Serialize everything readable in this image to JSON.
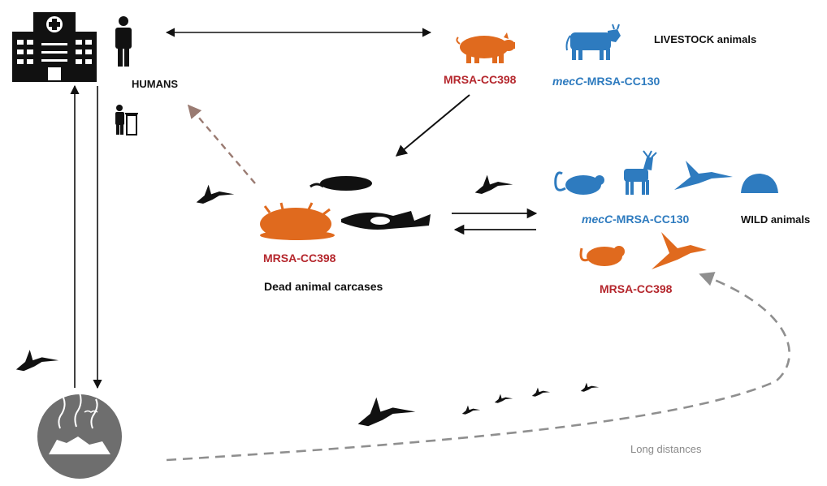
{
  "colors": {
    "livestock_blue": "#2e7bbf",
    "orange": "#e06a1e",
    "red_label": "#b5272d",
    "black": "#111111",
    "dashed_brown": "#9a7b72",
    "dashed_gray": "#8f8f8f"
  },
  "labels": {
    "humans": "HUMANS",
    "livestock": "LIVESTOCK animals",
    "mrsa_livestock": "MRSA-CC398",
    "mecc_livestock_prefix": "mecC",
    "mecc_livestock_suffix": "-MRSA-CC130",
    "mrsa_carcass": "MRSA-CC398",
    "carcasses": "Dead animal carcases",
    "mecc_wild_prefix": "mecC",
    "mecc_wild_suffix": "-MRSA-CC130",
    "wild": "WILD animals",
    "mrsa_wild": "MRSA-CC398",
    "long_distances": "Long distances"
  },
  "icons": [
    "hospital-icon",
    "person-icon",
    "worker-icon",
    "pig-icon",
    "cow-icon",
    "vulture-icon",
    "bird-carcass-icon",
    "carcass-icon",
    "fish-carcass-icon",
    "mouse-icon",
    "deer-icon",
    "flying-bird-icon",
    "hedgehog-icon",
    "landfill-icon",
    "flying-stork-icon"
  ]
}
